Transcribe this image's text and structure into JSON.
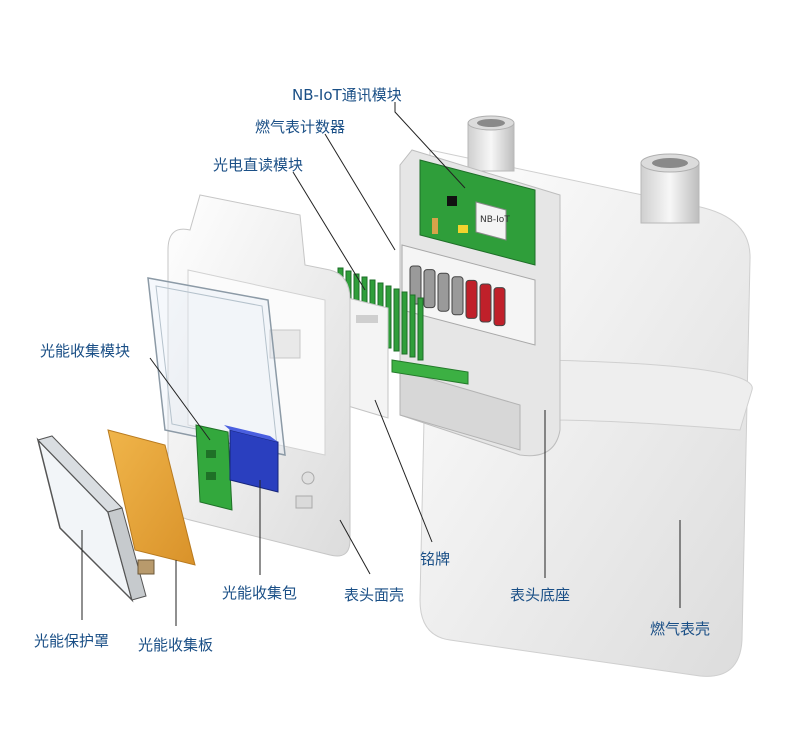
{
  "labels": {
    "nb_iot_module": "NB-IoT通讯模块",
    "meter_counter": "燃气表计数器",
    "photo_read_module": "光电直读模块",
    "solar_module": "光能收集模块",
    "nameplate": "铭牌",
    "head_face_shell": "表头面壳",
    "head_base": "表头底座",
    "meter_shell": "燃气表壳",
    "solar_pack": "光能收集包",
    "solar_cover": "光能保护罩",
    "solar_board": "光能收集板"
  },
  "pcb_tag": "NB-IoT",
  "colors": {
    "label_text": "#1a4f86",
    "pcb_green": "#2f9e3a",
    "counter_red": "#c0202a",
    "solar_board": "#e8a93a",
    "solar_pack": "#2a3fbf",
    "shell": "#f2f2f2"
  }
}
